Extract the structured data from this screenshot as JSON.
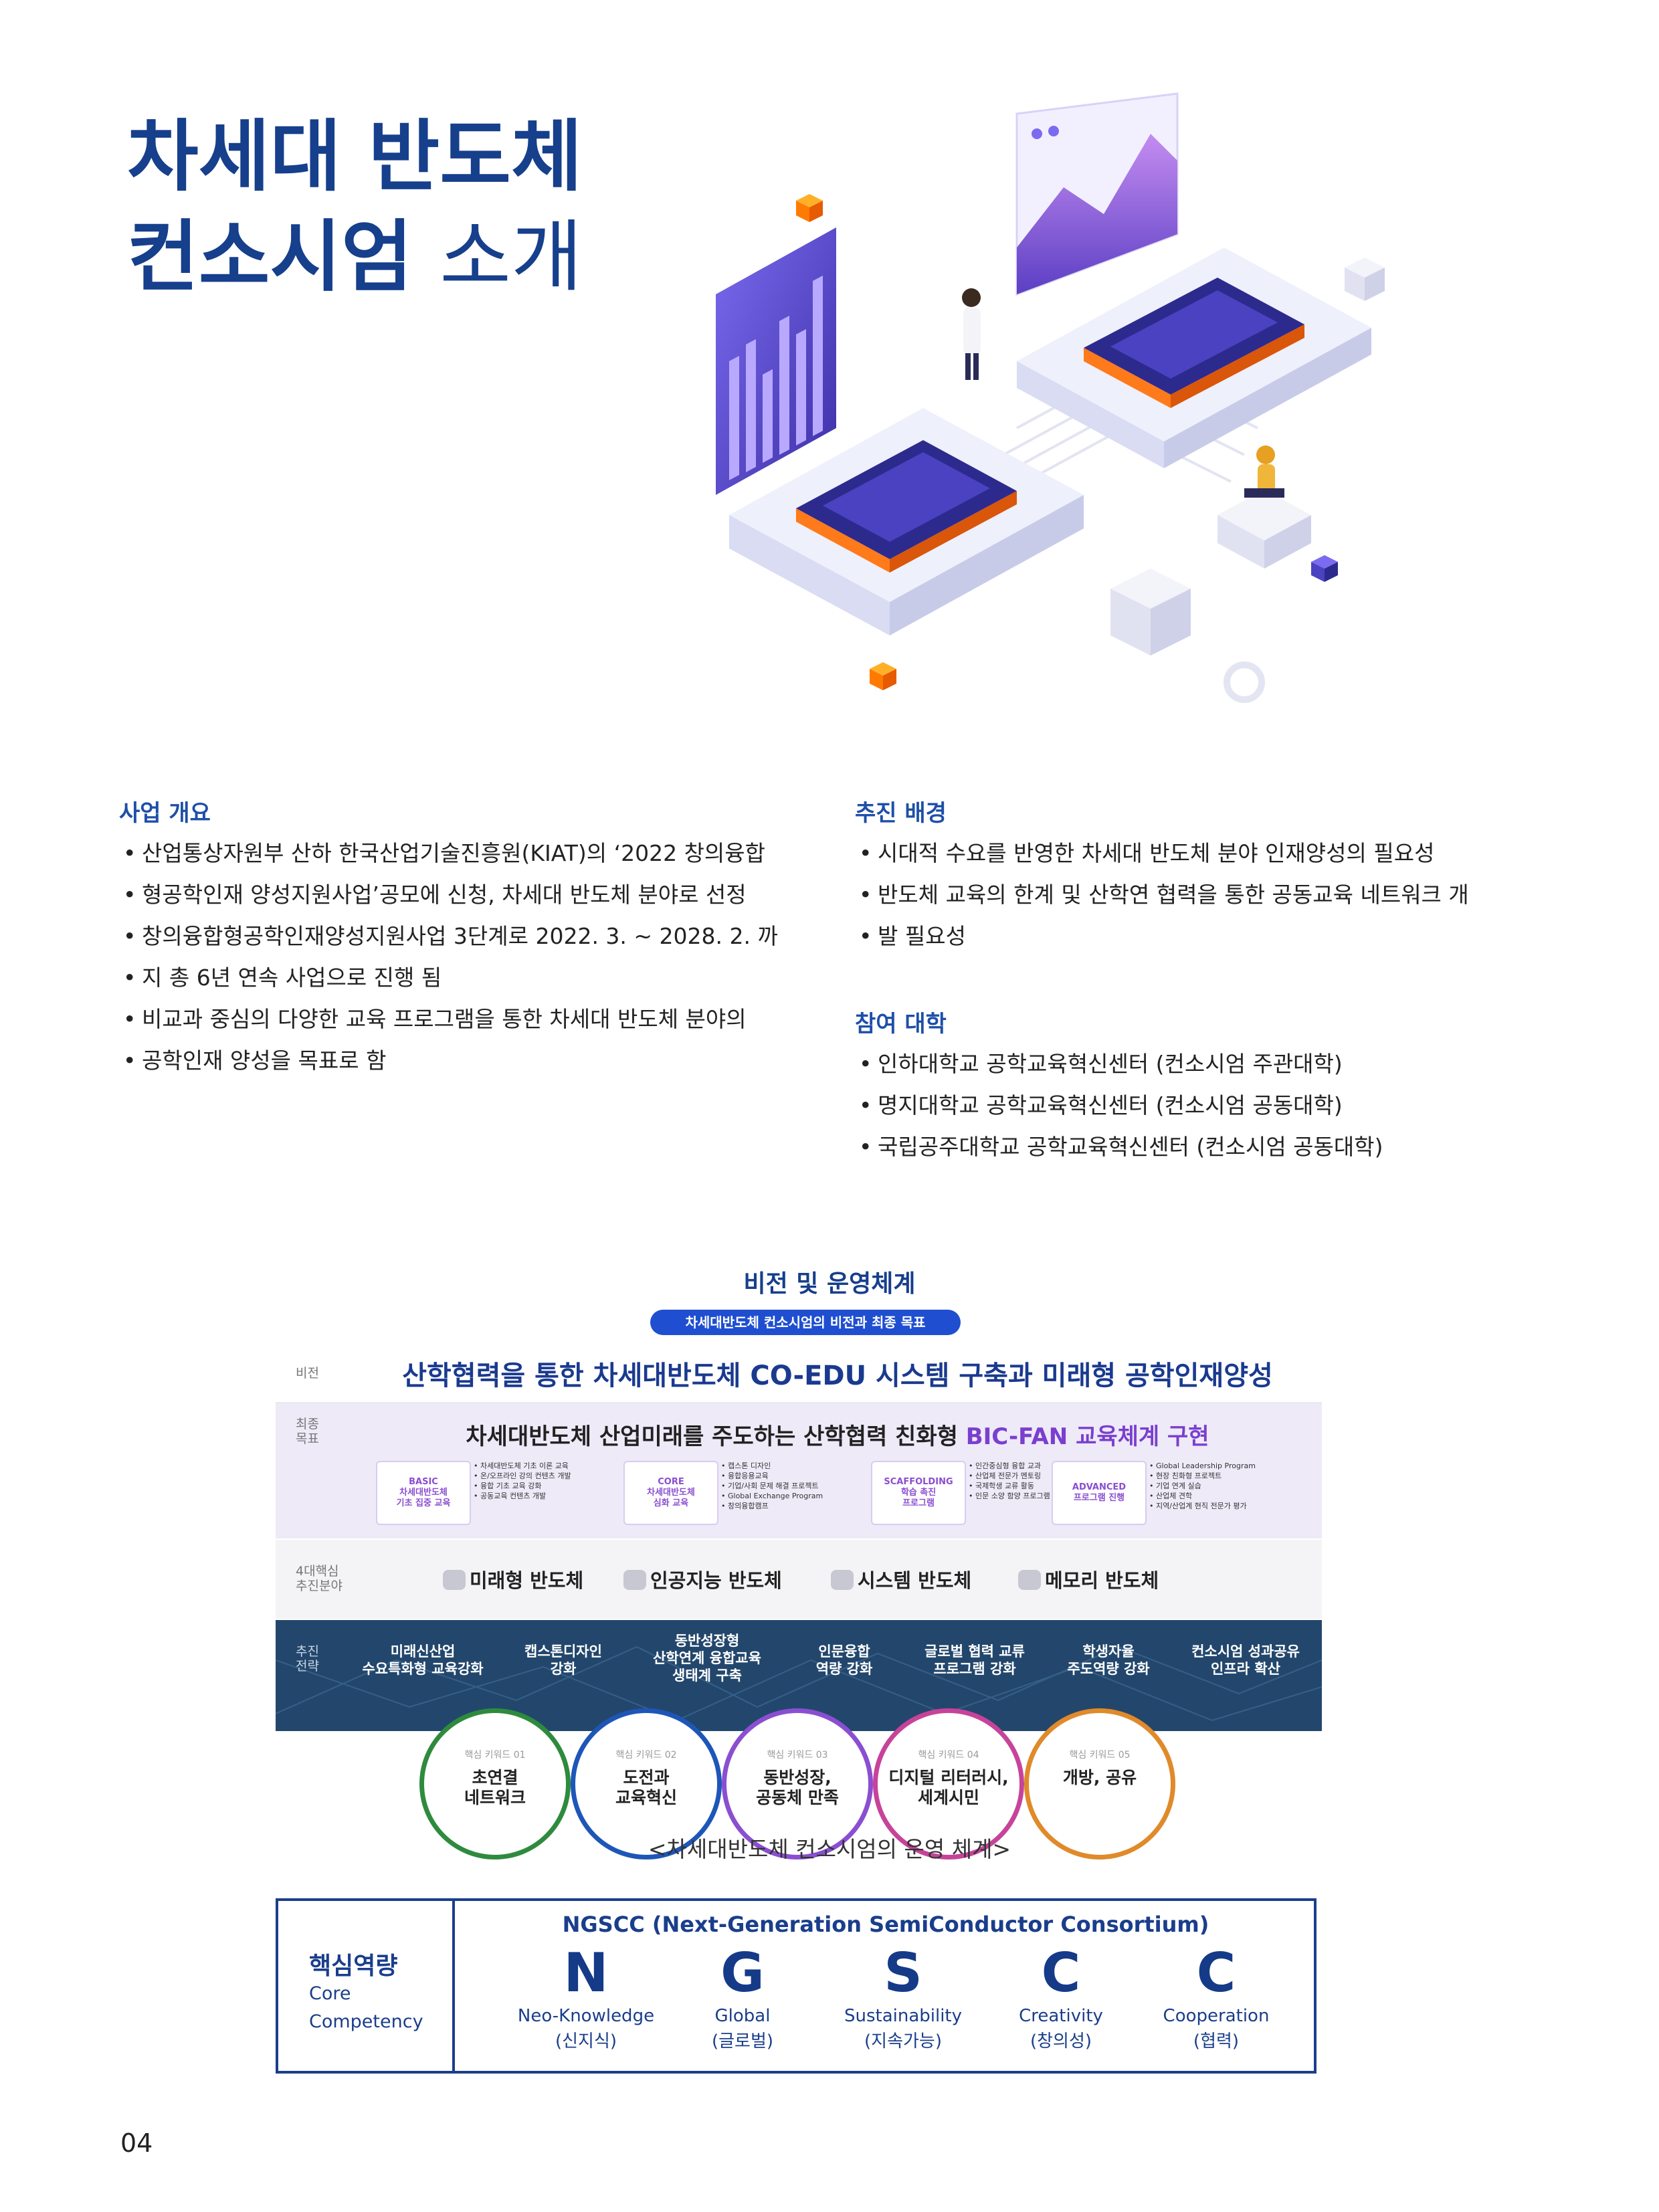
{
  "title": {
    "line1": "차세대 반도체",
    "line2_bold": "컨소시엄",
    "line2_light": "소개"
  },
  "overview": {
    "heading": "사업 개요",
    "items": [
      "산업통상자원부 산하 한국산업기술진흥원(KIAT)의 ‘2022 창의융합",
      "형공학인재 양성지원사업’공모에 신청, 차세대 반도체 분야로 선정",
      "창의융합형공학인재양성지원사업 3단계로 2022. 3. ~ 2028. 2. 까",
      "지 총 6년 연속 사업으로 진행 됨",
      "비교과 중심의 다양한 교육 프로그램을 통한 차세대 반도체 분야의",
      "공학인재 양성을 목표로 함"
    ]
  },
  "background": {
    "heading": "추진 배경",
    "items": [
      "시대적 수요를 반영한 차세대 반도체 분야 인재양성의 필요성",
      "반도체 교육의 한계 및 산학연 협력을 통한 공동교육 네트워크 개",
      "발 필요성"
    ]
  },
  "universities": {
    "heading": "참여 대학",
    "items": [
      "인하대학교 공학교육혁신센터 (컨소시엄 주관대학)",
      "명지대학교 공학교육혁신센터 (컨소시엄 공동대학)",
      "국립공주대학교 공학교육혁신센터 (컨소시엄 공동대학)"
    ]
  },
  "vision_section": {
    "heading": "비전 및 운영체계",
    "badge": "차세대반도체 컨소시엄의 비전과 최종 목표",
    "labels": {
      "vision": "비전",
      "goal": "최종\n목표",
      "fields": "4대핵심\n추진분야",
      "strategy": "추진\n전략"
    },
    "vision_text": "산학협력을 통한 차세대반도체 CO-EDU 시스템 구축과 미래형 공학인재양성",
    "goal_text_a": "차세대반도체 산업미래를 주도하는 산학협력 친화형 ",
    "goal_text_b": "BIC-FAN 교육체계 구현",
    "programs": [
      {
        "tag": "BASIC\n차세대반도체\n기초 집중 교육",
        "items": [
          "차세대반도체 기초 이론 교육",
          "온/오프라인 강의 컨텐츠 개발",
          "융합 기초 교육 강화",
          "공동교육 컨텐츠 개발"
        ]
      },
      {
        "tag": "CORE\n차세대반도체\n심화 교육",
        "items": [
          "캡스톤 디자인",
          "융합응용교육",
          "기업/사회 문제 해결 프로젝트",
          "Global Exchange Program",
          "창의융합캠프"
        ]
      },
      {
        "tag": "SCAFFOLDING\n학습 촉진\n프로그램",
        "items": [
          "인간중심형 융합 교과",
          "산업체 전문가 멘토링",
          "국제학생 교류 활동",
          "인문 소양 함양 프로그램"
        ]
      },
      {
        "tag": "ADVANCED\n프로그램 진행",
        "items": [
          "Global Leadership Program",
          "현장 친화형 프로젝트",
          "기업 연계 실습",
          "산업체 견학",
          "지역/산업계 현직 전문가 평가"
        ]
      }
    ],
    "fields": [
      "미래형 반도체",
      "인공지능 반도체",
      "시스템 반도체",
      "메모리 반도체"
    ],
    "strategies": [
      "미래신산업\n수요특화형 교육강화",
      "캡스톤디자인\n강화",
      "동반성장형\n산학연계 융합교육\n생태계 구축",
      "인문융합\n역량 강화",
      "글로벌 협력 교류\n프로그램 강화",
      "학생자율\n주도역량 강화",
      "컨소시엄 성과공유\n인프라 확산"
    ],
    "keywords": [
      {
        "num": "핵심 키워드 01",
        "text": "초연결\n네트워크",
        "color": "#2e8b3d"
      },
      {
        "num": "핵심 키워드 02",
        "text": "도전과\n교육혁신",
        "color": "#1e56b8"
      },
      {
        "num": "핵심 키워드 03",
        "text": "동반성장,\n공동체 만족",
        "color": "#8a4fd1"
      },
      {
        "num": "핵심 키워드 04",
        "text": "디지털 리터러시,\n세계시민",
        "color": "#c7439a"
      },
      {
        "num": "핵심 키워드 05",
        "text": "개방, 공유",
        "color": "#e08a2a"
      }
    ],
    "caption": "<차세대반도체 컨소시엄의 운영 체계>"
  },
  "ngscc": {
    "left_kr": "핵심역량",
    "left_en": "Core\nCompetency",
    "title": "NGSCC (Next-Generation SemiConductor Consortium)",
    "letters": [
      {
        "letter": "N",
        "en": "Neo-Knowledge",
        "kr": "(신지식)"
      },
      {
        "letter": "G",
        "en": "Global",
        "kr": "(글로벌)"
      },
      {
        "letter": "S",
        "en": "Sustainability",
        "kr": "(지속가능)"
      },
      {
        "letter": "C",
        "en": "Creativity",
        "kr": "(창의성)"
      },
      {
        "letter": "C",
        "en": "Cooperation",
        "kr": "(협력)"
      }
    ]
  },
  "page_number": "04",
  "colors": {
    "navy": "#163f8c",
    "blue": "#1e4fa8",
    "purple": "#7a3fcf"
  }
}
